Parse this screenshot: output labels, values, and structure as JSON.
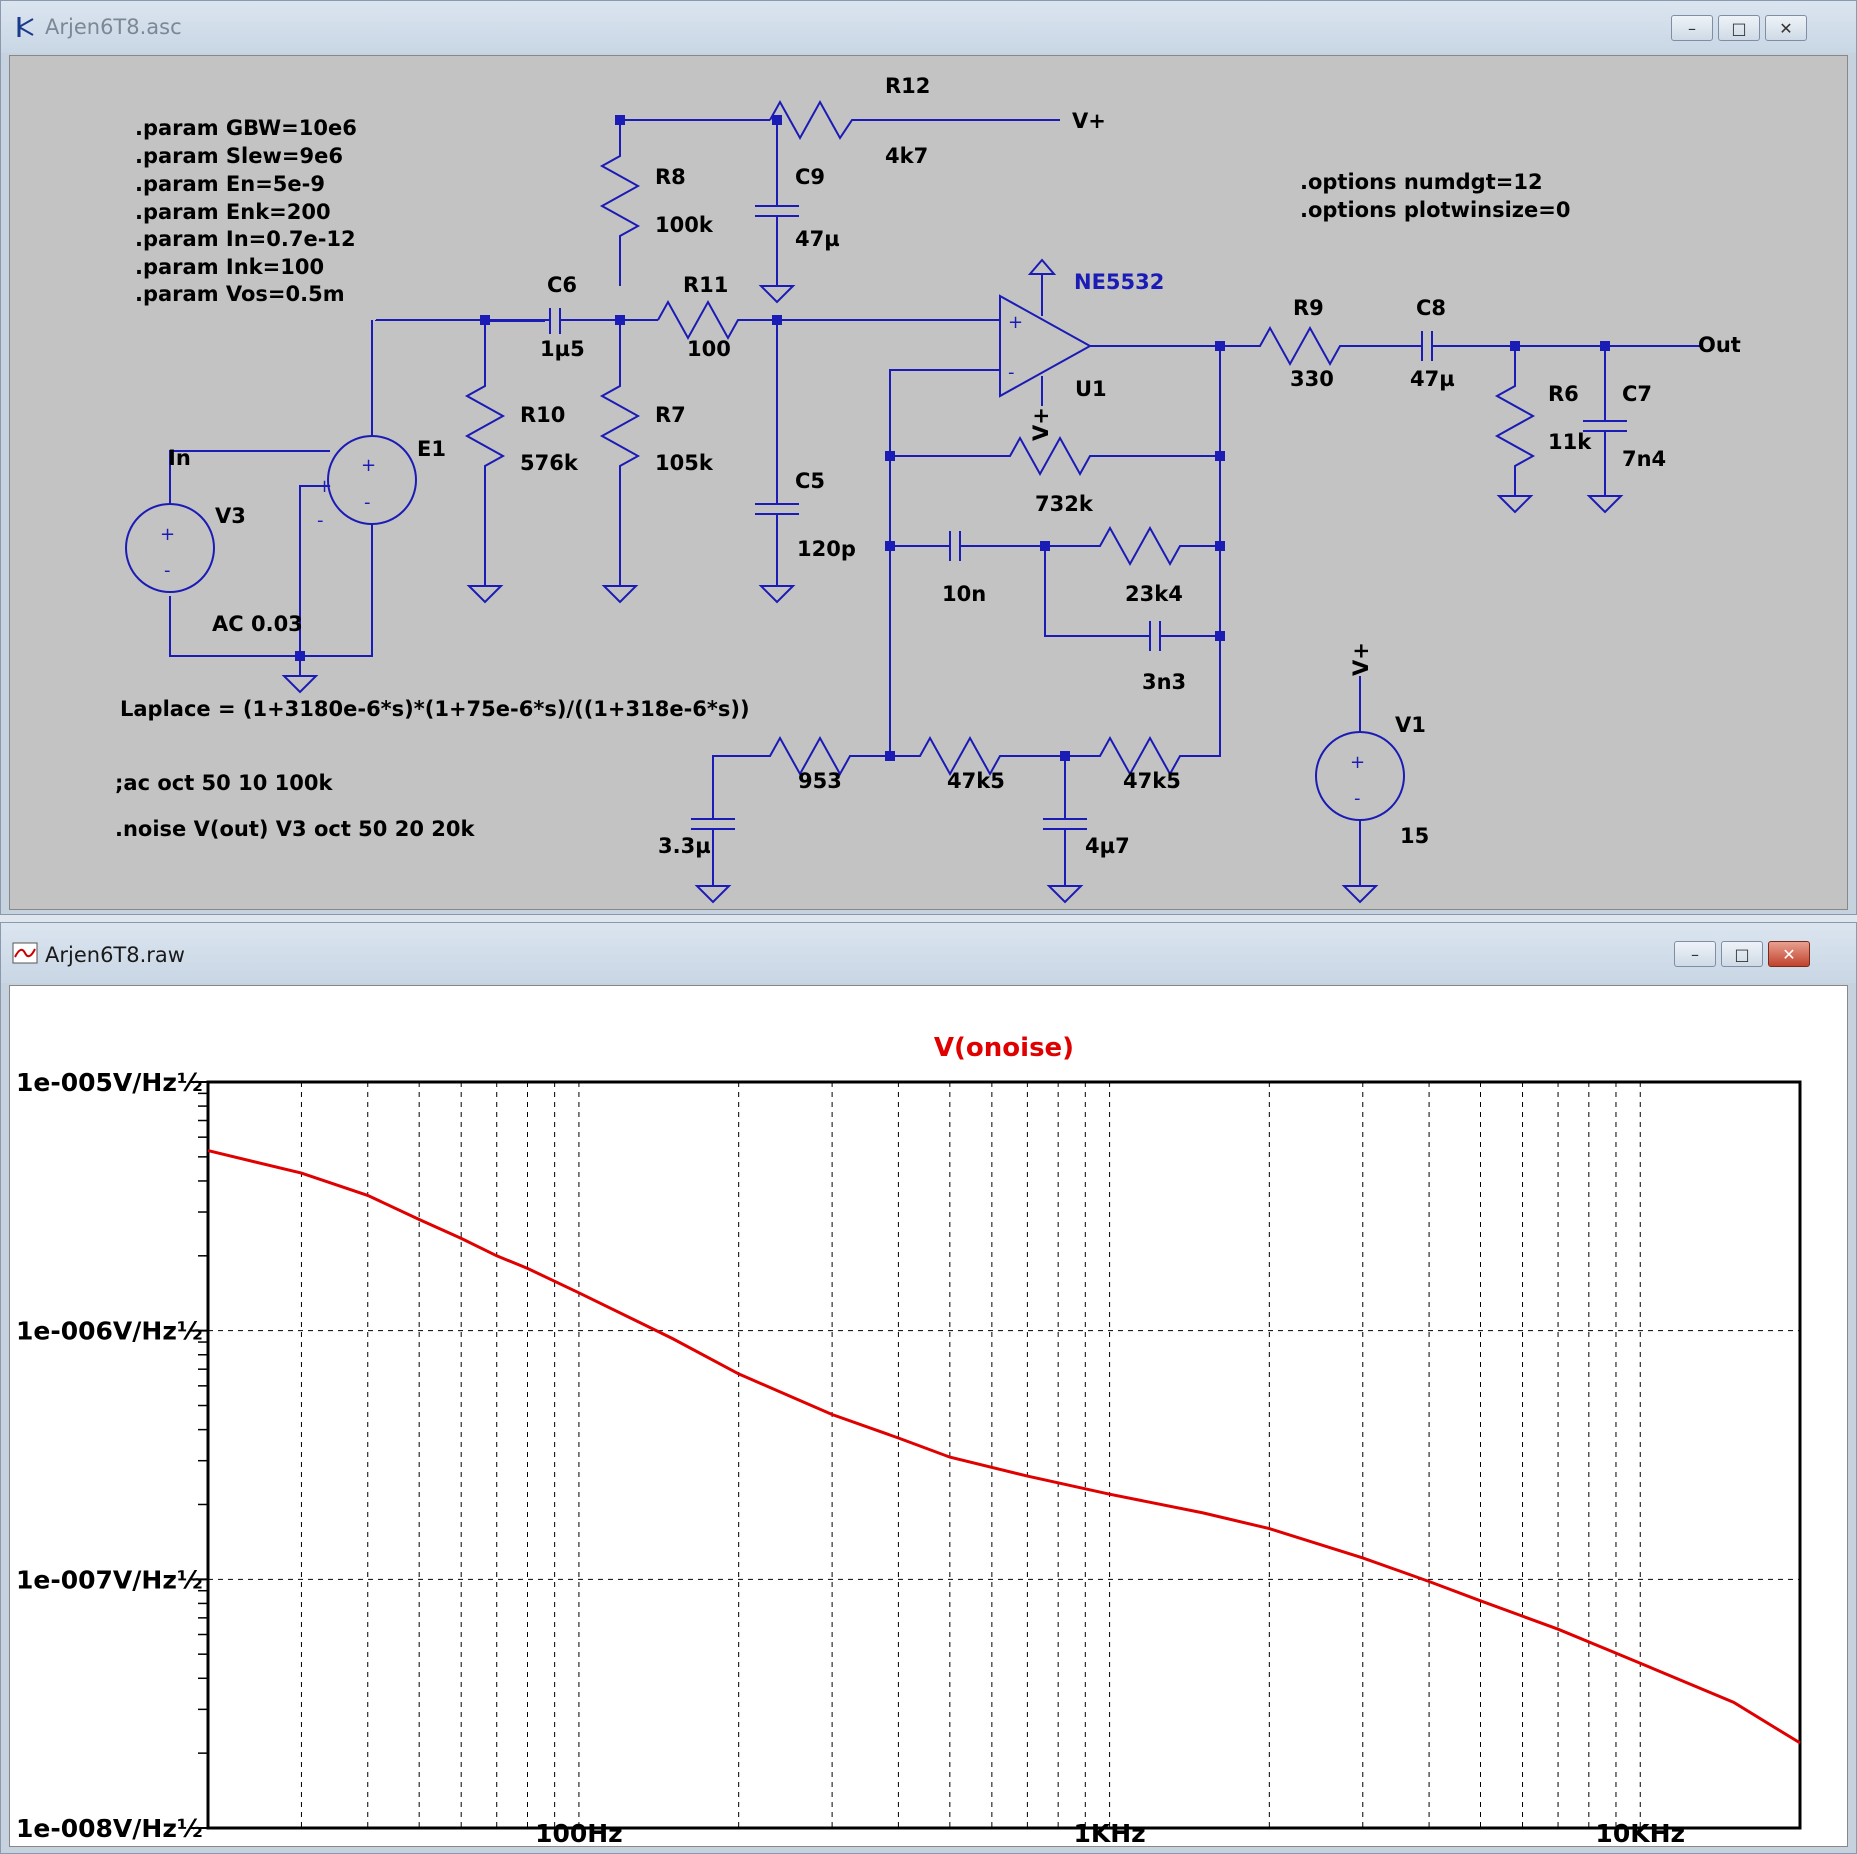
{
  "schematic_window": {
    "title": "Arjen6T8.asc",
    "params": [
      ".param GBW=10e6",
      ".param Slew=9e6",
      ".param En=5e-9",
      ".param Enk=200",
      ".param In=0.7e-12",
      ".param Ink=100",
      ".param Vos=0.5m"
    ],
    "options": [
      ".options numdgt=12",
      ".options plotwinsize=0"
    ],
    "laplace": "Laplace = (1+3180e-6*s)*(1+75e-6*s)/((1+318e-6*s))",
    "ac_cmd": ";ac oct 50 10 100k",
    "noise_cmd": ".noise V(out) V3 oct 50 20 20k",
    "labels": {
      "R12": "R12",
      "R12v": "4k7",
      "vplus": "V+",
      "R8": "R8",
      "R8v": "100k",
      "C9": "C9",
      "C9v": "47µ",
      "C6": "C6",
      "C6v": "1µ5",
      "R11": "R11",
      "R11v": "100",
      "R10": "R10",
      "R10v": "576k",
      "R7": "R7",
      "R7v": "105k",
      "C5": "C5",
      "C5v": "120p",
      "In": "In",
      "E1": "E1",
      "V3": "V3",
      "V3v": "AC 0.03",
      "opamp": "NE5532",
      "U1": "U1",
      "R9": "R9",
      "R9v": "330",
      "C8": "C8",
      "C8v": "47µ",
      "Out": "Out",
      "R6": "R6",
      "R6v": "11k",
      "C7": "C7",
      "C7v": "7n4",
      "R732": "732k",
      "C10n": "10n",
      "R23k4": "23k4",
      "C3n3": "3n3",
      "R953": "953",
      "R47k5a": "47k5",
      "R47k5b": "47k5",
      "C3u3": "3.3µ",
      "C4u7": "4µ7",
      "V1": "V1",
      "V1v": "15"
    }
  },
  "plot_window": {
    "title": "Arjen6T8.raw",
    "chart_data": {
      "type": "line",
      "title": "V(onoise)",
      "xscale": "log",
      "yscale": "log",
      "xlim": [
        20,
        20000
      ],
      "ylim": [
        1e-08,
        1e-05
      ],
      "x_tick_labels": [
        "100Hz",
        "1KHz",
        "10KHz"
      ],
      "y_tick_labels": [
        "1e-005V/Hz½",
        "1e-006V/Hz½",
        "1e-007V/Hz½",
        "1e-008V/Hz½"
      ],
      "grid": true,
      "series": [
        {
          "name": "V(onoise)",
          "color": "#e00000",
          "x": [
            20,
            30,
            40,
            50,
            60,
            70,
            80,
            100,
            150,
            200,
            300,
            400,
            500,
            700,
            1000,
            1500,
            2000,
            3000,
            4000,
            5000,
            7000,
            10000,
            15000,
            20000
          ],
          "y": [
            5.3e-06,
            4.3e-06,
            3.5e-06,
            2.8e-06,
            2.35e-06,
            2e-06,
            1.78e-06,
            1.42e-06,
            9.3e-07,
            6.7e-07,
            4.6e-07,
            3.7e-07,
            3.1e-07,
            2.6e-07,
            2.2e-07,
            1.85e-07,
            1.6e-07,
            1.22e-07,
            9.8e-08,
            8.2e-08,
            6.3e-08,
            4.6e-08,
            3.2e-08,
            2.2e-08
          ]
        }
      ]
    }
  }
}
